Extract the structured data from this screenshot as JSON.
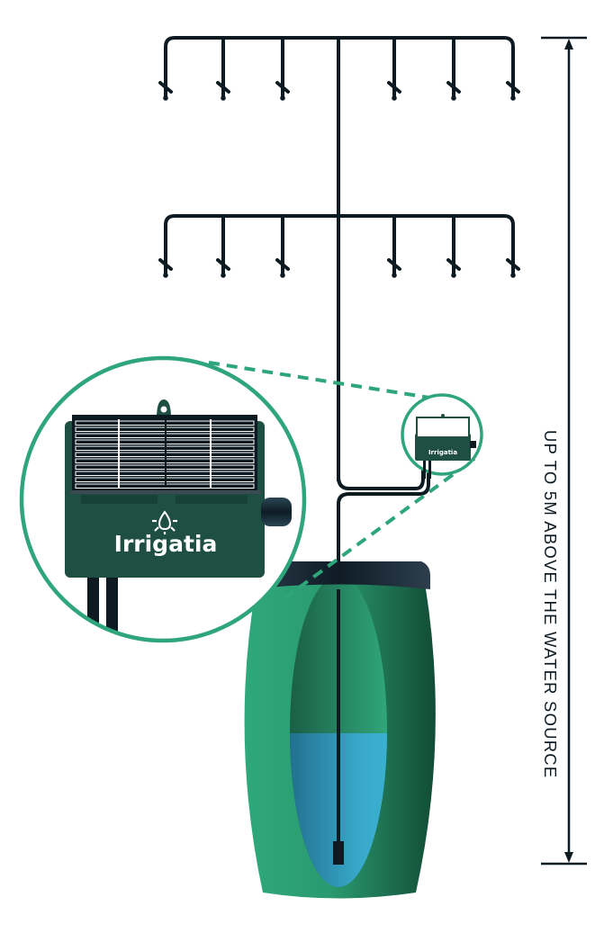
{
  "diagram": {
    "title": "Solar-powered drip irrigation kit installation",
    "height_label": "UP TO 5M ABOVE THE WATER SOURCE",
    "brand": {
      "name": "Irrigatia",
      "logo_icon": "water-drop-sun-icon"
    },
    "components": [
      {
        "name": "upper-drip-manifold",
        "drippers": 6
      },
      {
        "name": "lower-drip-manifold",
        "drippers": 6
      },
      {
        "name": "solar-pump-controller",
        "icon": "solar-panel-icon"
      },
      {
        "name": "water-butt",
        "water_level_fraction": 0.45
      },
      {
        "name": "suction-pipe-with-filter"
      }
    ],
    "colors": {
      "pipe": "#0d1a22",
      "brand_green": "#1e4f42",
      "accent_green": "#2ea57b",
      "water": "#39a9c9",
      "barrel_dark": "#14523b",
      "barrel_light": "#2fa87c"
    }
  }
}
